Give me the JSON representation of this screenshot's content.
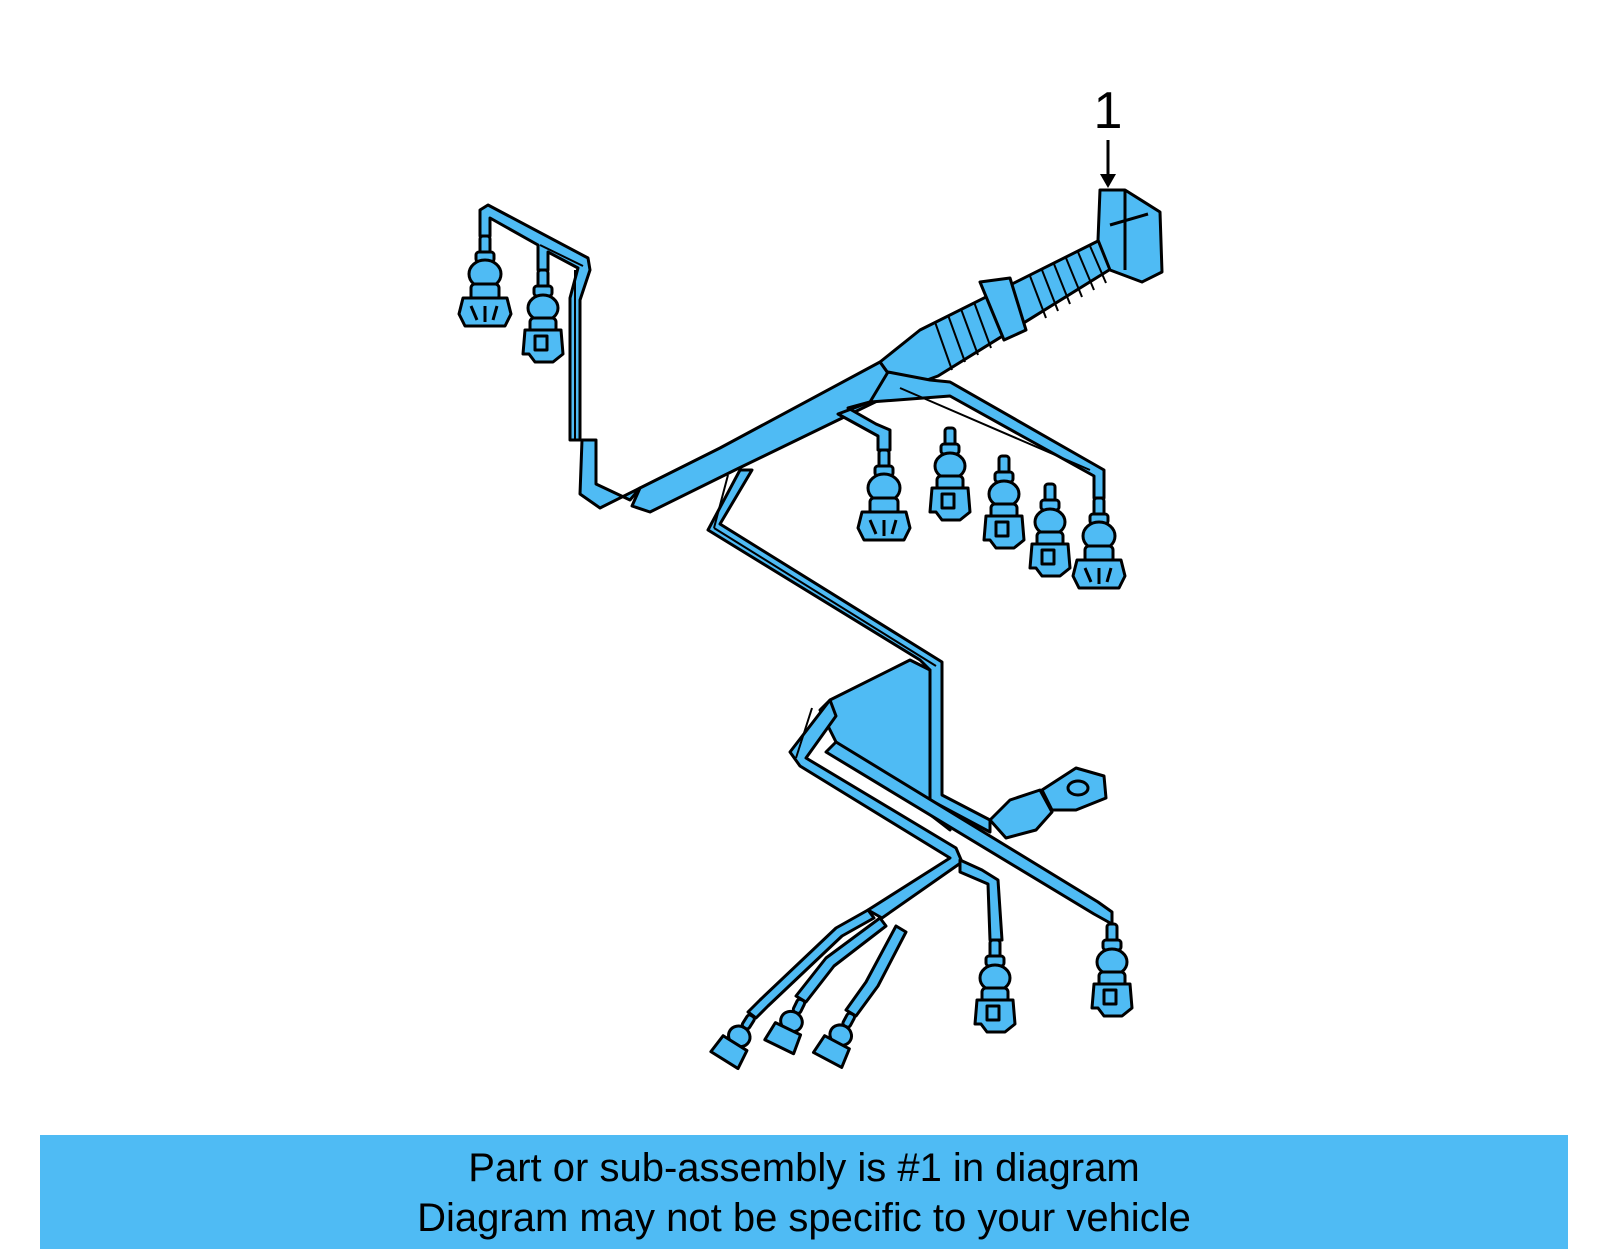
{
  "diagram": {
    "callouts": [
      {
        "number": "1"
      }
    ],
    "part_color": "#4fbbf4",
    "outline_color": "#000000"
  },
  "banner": {
    "line1": "Part or sub-assembly is #1 in diagram",
    "line2": "Diagram may not be specific to your vehicle",
    "background": "#4fbbf4"
  }
}
